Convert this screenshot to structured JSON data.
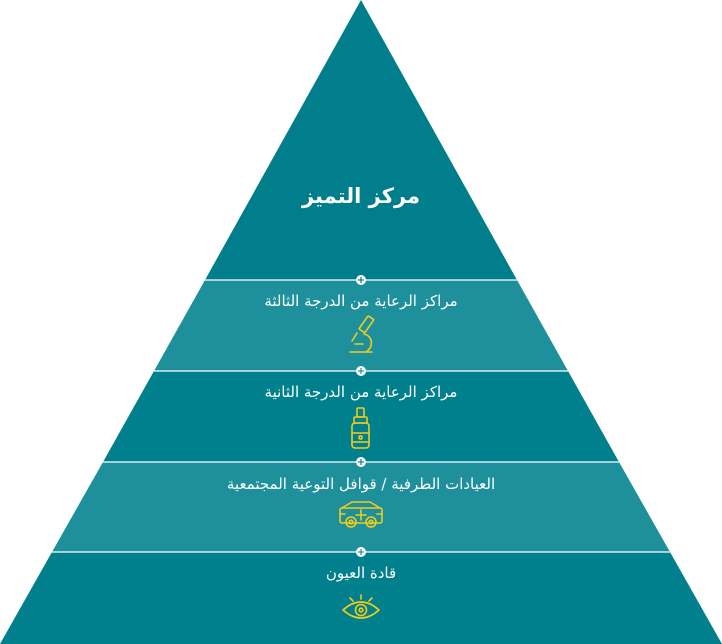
{
  "pyramid": {
    "apex_title": "مركز التميز",
    "tiers": [
      {
        "label": "مراكز الرعاية من الدرجة الثالثة",
        "icon": "microscope-icon"
      },
      {
        "label": "مراكز الرعاية من الدرجة الثانية",
        "icon": "eye-drops-bottle-icon"
      },
      {
        "label": "العيادات الطرفية / قوافل التوعية المجتمعية",
        "icon": "mobile-clinic-van-icon"
      },
      {
        "label": "قادة العيون",
        "icon": "eye-icon"
      }
    ],
    "colors": {
      "apex": "#007e8c",
      "tier_light": "#1d909c",
      "tier_dark": "#007f8c",
      "icon": "#f2cc1b",
      "divider": "#ffffff"
    }
  }
}
